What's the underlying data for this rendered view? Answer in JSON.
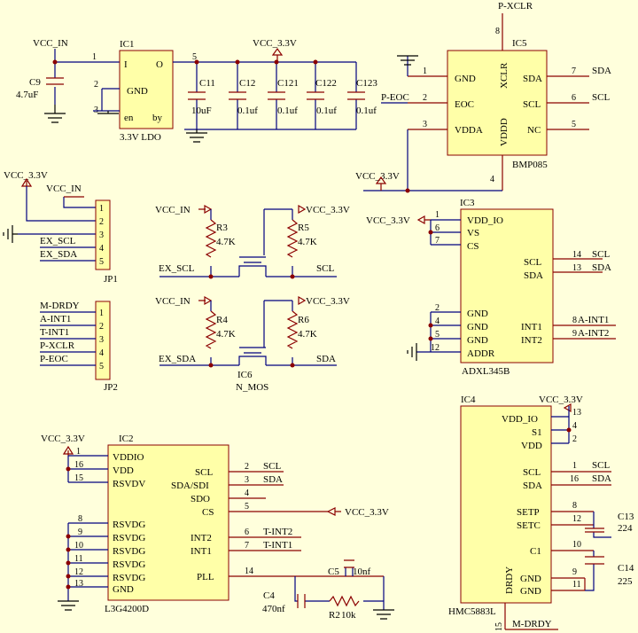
{
  "colors": {
    "background": "#ffffdc",
    "body": "#ffffa8",
    "wire": "#000080",
    "pin": "#8b0000",
    "text": "#000000"
  },
  "nets": {
    "vcc_in": "VCC_IN",
    "vcc_3v3": "VCC_3.3V",
    "p_xclr": "P-XCLR",
    "p_eoc": "P-EOC",
    "sda": "SDA",
    "scl": "SCL",
    "ex_scl": "EX_SCL",
    "ex_sda": "EX_SDA",
    "m_drdy": "M-DRDY",
    "a_int1": "A-INT1",
    "a_int2": "A-INT2",
    "t_int1": "T-INT1",
    "t_int2": "T-INT2"
  },
  "ic1": {
    "ref": "IC1",
    "part": "3.3V  LDO",
    "pins": {
      "I": "I",
      "O": "O",
      "GND": "GND",
      "en": "en",
      "by": "by"
    },
    "pin_nums": [
      "1",
      "2",
      "3",
      "5"
    ]
  },
  "caps": {
    "c9": {
      "ref": "C9",
      "value": "4.7uF"
    },
    "c11": {
      "ref": "C11",
      "value": "10uF"
    },
    "c12": {
      "ref": "C12",
      "value": "0.1uf"
    },
    "c121": {
      "ref": "C121",
      "value": "0.1uf"
    },
    "c122": {
      "ref": "C122",
      "value": "0.1uf"
    },
    "c123": {
      "ref": "C123",
      "value": "0.1uf"
    },
    "c13": {
      "ref": "C13",
      "value": "224"
    },
    "c14": {
      "ref": "C14",
      "value": "225"
    },
    "c4": {
      "ref": "C4",
      "value": "470nf"
    },
    "c5": {
      "ref": "C5",
      "value": "10nf"
    }
  },
  "res": {
    "r3": {
      "ref": "R3",
      "value": "4.7K"
    },
    "r4": {
      "ref": "R4",
      "value": "4.7K"
    },
    "r5": {
      "ref": "R5",
      "value": "4.7K"
    },
    "r6": {
      "ref": "R6",
      "value": "4.7K"
    },
    "r2": {
      "ref": "R2",
      "value": "10k"
    }
  },
  "ic5": {
    "ref": "IC5",
    "part": "BMP085",
    "left": [
      {
        "num": "1",
        "name": "GND"
      },
      {
        "num": "2",
        "name": "EOC"
      },
      {
        "num": "3",
        "name": "VDDA"
      }
    ],
    "right": [
      {
        "num": "7",
        "name": "SDA"
      },
      {
        "num": "6",
        "name": "SCL"
      },
      {
        "num": "5",
        "name": "NC"
      }
    ],
    "top": {
      "num": "8",
      "name": "XCLR"
    },
    "bottom": {
      "num": "4",
      "name": "VDDD"
    }
  },
  "jp1": {
    "ref": "JP1",
    "pins": [
      "1",
      "2",
      "3",
      "4",
      "5"
    ]
  },
  "jp2": {
    "ref": "JP2",
    "pins": [
      "1",
      "2",
      "3",
      "4",
      "5"
    ]
  },
  "ic6": {
    "ref": "IC6",
    "part": "N_MOS"
  },
  "ic3": {
    "ref": "IC3",
    "part": "ADXL345B",
    "left": [
      {
        "num": "1",
        "name": "VDD_IO"
      },
      {
        "num": "6",
        "name": "VS"
      },
      {
        "num": "7",
        "name": "CS"
      },
      {
        "num": "2",
        "name": "GND"
      },
      {
        "num": "4",
        "name": "GND"
      },
      {
        "num": "5",
        "name": "GND"
      },
      {
        "num": "12",
        "name": "ADDR"
      }
    ],
    "right": [
      {
        "num": "14",
        "name": "SCL"
      },
      {
        "num": "13",
        "name": "SDA"
      },
      {
        "num": "8",
        "name": "INT1"
      },
      {
        "num": "9",
        "name": "INT2"
      }
    ]
  },
  "ic2": {
    "ref": "IC2",
    "part": "L3G4200D",
    "left": [
      {
        "num": "1",
        "name": "VDDIO"
      },
      {
        "num": "16",
        "name": "VDD"
      },
      {
        "num": "15",
        "name": "RSVDV"
      },
      {
        "num": "8",
        "name": "RSVDG"
      },
      {
        "num": "9",
        "name": "RSVDG"
      },
      {
        "num": "10",
        "name": "RSVDG"
      },
      {
        "num": "11",
        "name": "RSVDG"
      },
      {
        "num": "12",
        "name": "RSVDG"
      },
      {
        "num": "13",
        "name": "GND"
      }
    ],
    "right": [
      {
        "num": "2",
        "name": "SCL"
      },
      {
        "num": "3",
        "name": "SDA/SDI"
      },
      {
        "num": "4",
        "name": "SDO"
      },
      {
        "num": "5",
        "name": "CS"
      },
      {
        "num": "6",
        "name": "INT2"
      },
      {
        "num": "7",
        "name": "INT1"
      },
      {
        "num": "14",
        "name": "PLL"
      }
    ]
  },
  "ic4": {
    "ref": "IC4",
    "part": "HMC5883L",
    "right": [
      {
        "num": "13",
        "name": "VDD_IO"
      },
      {
        "num": "4",
        "name": "S1"
      },
      {
        "num": "2",
        "name": "VDD"
      },
      {
        "num": "1",
        "name": "SCL"
      },
      {
        "num": "16",
        "name": "SDA"
      },
      {
        "num": "8",
        "name": "SETP"
      },
      {
        "num": "12",
        "name": "SETC"
      },
      {
        "num": "10",
        "name": "C1"
      },
      {
        "num": "9",
        "name": "GND"
      },
      {
        "num": "11",
        "name": "GND"
      }
    ],
    "bottom": {
      "num": "15",
      "name": "DRDY"
    }
  }
}
